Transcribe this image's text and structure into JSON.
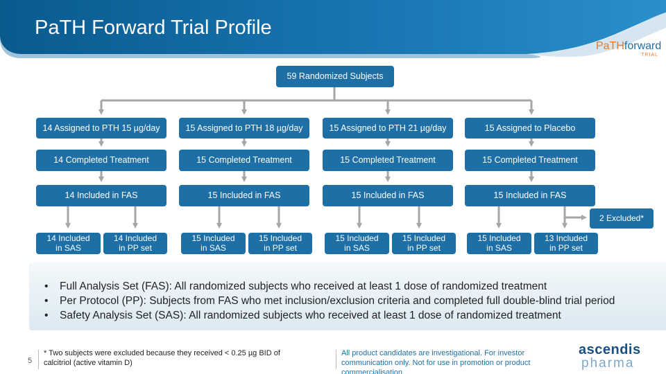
{
  "header": {
    "title": "PaTH Forward Trial Profile"
  },
  "logo": {
    "part1": "PaTH",
    "part2": "forward",
    "sub": "TRIAL"
  },
  "flow": {
    "randomized": "59 Randomized Subjects",
    "arms": [
      {
        "assigned": "14 Assigned to PTH 15 µg/day",
        "completed": "14 Completed Treatment",
        "fas": "14 Included in FAS",
        "sas": "14 Included in SAS",
        "pp": "14 Included in PP set"
      },
      {
        "assigned": "15 Assigned to PTH 18 µg/day",
        "completed": "15 Completed Treatment",
        "fas": "15 Included in FAS",
        "sas": "15 Included in SAS",
        "pp": "15 Included in PP set"
      },
      {
        "assigned": "15 Assigned to PTH 21 µg/day",
        "completed": "15 Completed Treatment",
        "fas": "15 Included in FAS",
        "sas": "15 Included in SAS",
        "pp": "15 Included in PP set"
      },
      {
        "assigned": "15 Assigned to Placebo",
        "completed": "15 Completed Treatment",
        "fas": "15 Included in FAS",
        "sas": "15 Included in SAS",
        "pp": "13 Included in PP set"
      }
    ],
    "excluded": "2 Excluded*"
  },
  "definitions": [
    "Full Analysis Set (FAS): All randomized subjects who received at least 1 dose of randomized treatment",
    "Per Protocol (PP): Subjects from FAS who met inclusion/exclusion criteria and completed full double-blind trial period",
    "Safety Analysis Set (SAS): All randomized subjects who received at least 1 dose of randomized treatment"
  ],
  "footer": {
    "page_number": "5",
    "footnote": "* Two subjects were excluded because they received < 0.25 µg BID of calcitriol (active vitamin D)",
    "disclaimer": "All product candidates are investigational. For investor communication only. Not for use in promotion or product commercialisation.",
    "brand_top": "ascendis",
    "brand_bottom": "pharma"
  },
  "colors": {
    "box_blue": "#1e6fa6",
    "header_dark": "#0a5a8e",
    "header_light": "#2a8fcb",
    "connector_gray": "#a6a6a6",
    "logo_orange": "#e07a2e"
  }
}
